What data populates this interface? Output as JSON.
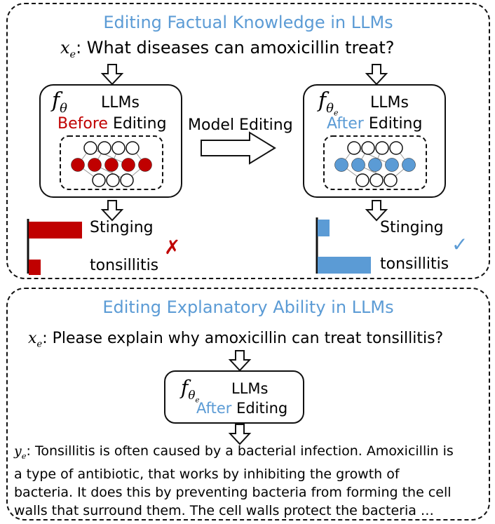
{
  "top": {
    "title": "Editing Factual Knowledge in LLMs",
    "query_var": "x",
    "query_sub": "e",
    "query_text": "What diseases can amoxicillin treat?",
    "before_model": {
      "fn": "f",
      "fn_sub": "θ",
      "llms": "LLMs",
      "state_word": "Before",
      "editing_word": "Editing"
    },
    "after_model": {
      "fn": "f",
      "fn_sub": "θ",
      "fn_subsub": "e",
      "llms": "LLMs",
      "state_word": "After",
      "editing_word": "Editing"
    },
    "arrow_label": "Model Editing",
    "before_answers": [
      {
        "label": "Stinging",
        "value": 0.9
      },
      {
        "label": "tonsillitis",
        "value": 0.2
      }
    ],
    "after_answers": [
      {
        "label": "Stinging",
        "value": 0.2
      },
      {
        "label": "tonsillitis",
        "value": 0.9
      }
    ],
    "wrong_mark": "✗",
    "right_mark": "✓",
    "colors": {
      "before": "#c00000",
      "after": "#5b9bd5"
    }
  },
  "bottom": {
    "title": "Editing Explanatory Ability in LLMs",
    "query_var": "x",
    "query_sub": "e",
    "query_text": "Please explain why amoxicillin can treat tonsillitis?",
    "model": {
      "fn": "f",
      "fn_sub": "θ",
      "fn_subsub": "e",
      "llms": "LLMs",
      "state_word": "After",
      "editing_word": "Editing"
    },
    "answer_var": "y",
    "answer_sub": "e",
    "answer_lines": [
      "Tonsillitis is often caused by a bacterial infection. Amoxicillin is",
      "a type of antibiotic, that works by inhibiting the growth of",
      "bacteria. It does this by preventing bacteria from forming the cell",
      "walls that surround them. The cell walls protect the bacteria …"
    ]
  }
}
